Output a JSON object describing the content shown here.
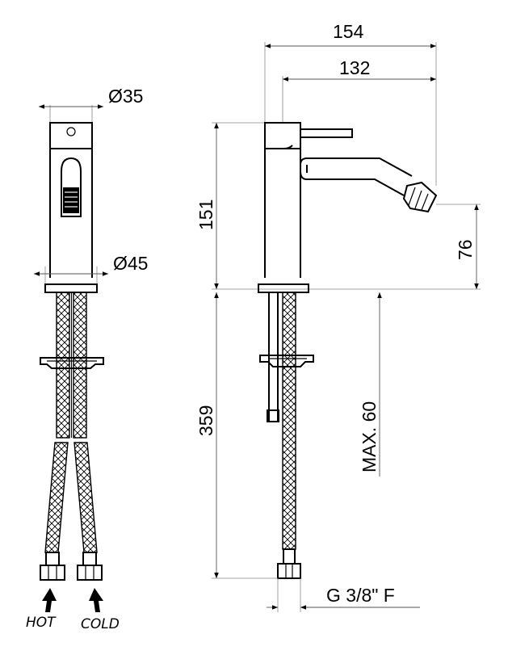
{
  "dimensions": {
    "diameter_top": "Ø35",
    "diameter_base": "Ø45",
    "width_total": "154",
    "width_spout": "132",
    "height_body": "151",
    "height_spout": "76",
    "hose_length": "359",
    "max_thickness": "MAX. 60",
    "thread": "G 3/8\" F"
  },
  "labels": {
    "hot": "HOT",
    "cold": "COLD"
  },
  "colors": {
    "line": "#000000",
    "dimension_line": "#555555"
  }
}
